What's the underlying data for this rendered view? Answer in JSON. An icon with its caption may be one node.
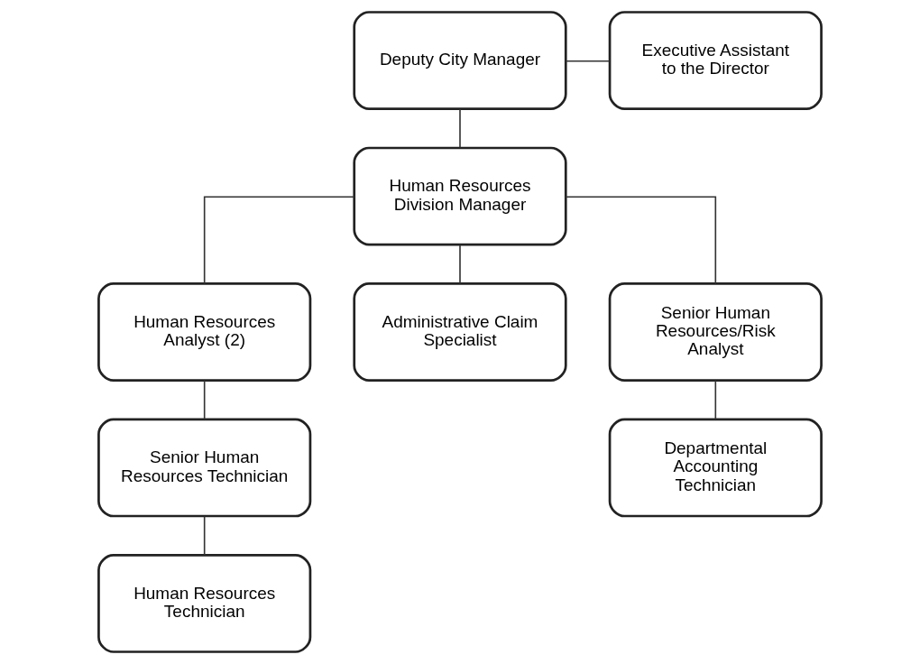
{
  "diagram": {
    "nodes": [
      {
        "text": [
          "Deputy City Manager"
        ]
      },
      {
        "text": [
          "Executive Assistant to the Director"
        ]
      },
      {
        "text": [
          "Human Resources Division Manager"
        ]
      },
      {
        "text": [
          "Human Resources Analyst (2)"
        ]
      },
      {
        "text": [
          "Administrative Claim Specialist"
        ]
      },
      {
        "text": [
          "Senior Human Resources/Risk Analyst"
        ]
      },
      {
        "text": [
          "Senior Human Resources Technician"
        ]
      },
      {
        "text": [
          "Departmental Accounting Technician"
        ]
      },
      {
        "text": [
          "Human Resources Technician"
        ]
      }
    ],
    "edges": [
      {
        "from": 0,
        "to": 1,
        "arrow": "none"
      },
      {
        "from": 0,
        "to": 2,
        "arrow": "none"
      },
      {
        "from": 2,
        "to": 3,
        "arrow": "none"
      },
      {
        "from": 2,
        "to": 4,
        "arrow": "none"
      },
      {
        "from": 2,
        "to": 5,
        "arrow": "none"
      },
      {
        "from": 3,
        "to": 6,
        "arrow": "none"
      },
      {
        "from": 5,
        "to": 7,
        "arrow": "none"
      },
      {
        "from": 6,
        "to": 8,
        "arrow": "none"
      }
    ]
  }
}
